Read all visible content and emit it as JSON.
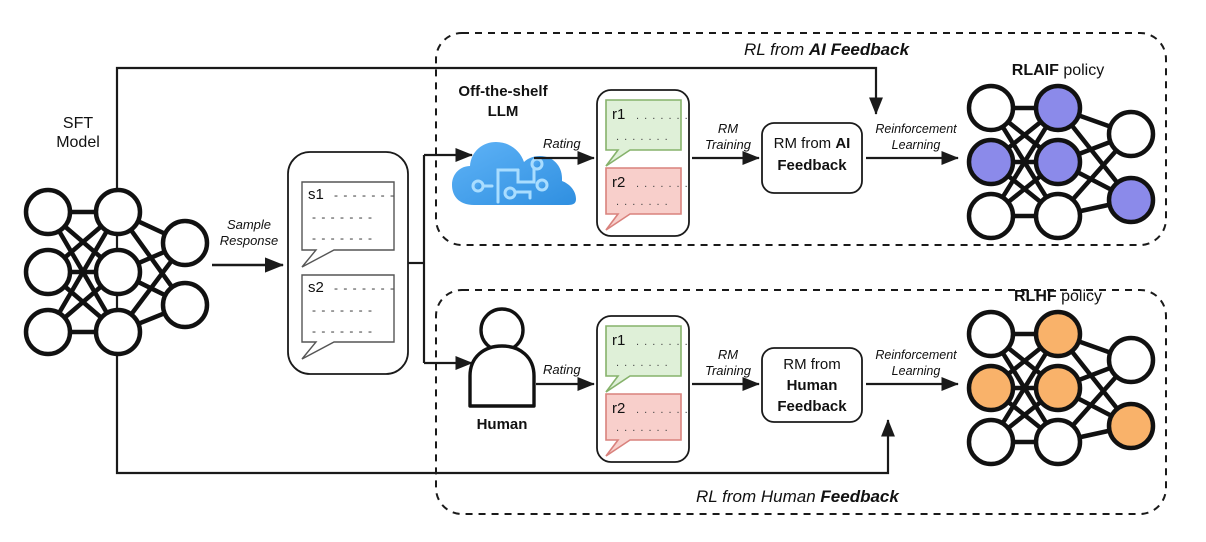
{
  "diagram": {
    "title_top_branch": "RL from AI Feedback",
    "title_bottom_branch": "RL from Human Feedback"
  },
  "labels": {
    "sft_line1": "SFT",
    "sft_line2": "Model",
    "sample_line1": "Sample",
    "sample_line2": "Response",
    "offtheshelf_line1": "Off-the-shelf",
    "offtheshelf_line2": "LLM",
    "human": "Human",
    "rating_top": "Rating",
    "rating_bottom": "Rating",
    "rm_training_top_line1": "RM",
    "rm_training_top_line2": "Training",
    "rm_training_bottom_line1": "RM",
    "rm_training_bottom_line2": "Training",
    "rl_top_line1": "Reinforcement",
    "rl_top_line2": "Learning",
    "rl_bottom_line1": "Reinforcement",
    "rl_bottom_line2": "Learning",
    "rm_ai_normal": "RM from ",
    "rm_ai_bold1": "AI",
    "rm_ai_bold2": "Feedback",
    "rm_human_normal": "RM from",
    "rm_human_bold1": "Human",
    "rm_human_bold2": "Feedback",
    "rlaif_policy_bold": "RLAIF",
    "rlaif_policy_rest": " policy",
    "rlhf_policy_bold": "RLHF",
    "rlhf_policy_rest": " policy",
    "branch_top_italic": "RL from ",
    "branch_top_bolditalic": "AI Feedback",
    "branch_bottom_italic": "RL from Human ",
    "branch_bottom_bolditalic": "Feedback"
  },
  "samples": {
    "s1": "s1",
    "s2": "s2",
    "dash": "- - - - - - -"
  },
  "responses_top": {
    "r1": "r1",
    "r2": "r2",
    "dots": ". . . . . . ."
  },
  "responses_bottom": {
    "r1": "r1",
    "r2": "r2",
    "dots": ". . . . . . ."
  },
  "colors": {
    "rlaif_node": "#8b8aea",
    "rlhf_node": "#f9b26a",
    "bubble_green_fill": "#dff0d8",
    "bubble_green_stroke": "#86b26b",
    "bubble_red_fill": "#f8cfcb",
    "bubble_red_stroke": "#d9827d",
    "cloud_blue_dark": "#2f8fe0",
    "cloud_blue_light": "#5fb3f7",
    "cloud_circuit": "#a9ddff",
    "stroke": "#1a1a1a",
    "dashed_box": "#1a1a1a"
  },
  "networks": {
    "sft": {
      "highlight": [],
      "layers": [
        3,
        3,
        2
      ]
    },
    "rlaif": {
      "highlight": [
        "L0N1",
        "L1N0",
        "L1N1",
        "L2N1"
      ],
      "layers": [
        3,
        3,
        2
      ]
    },
    "rlhf": {
      "highlight": [
        "L0N1",
        "L1N0",
        "L1N1",
        "L2N1"
      ],
      "layers": [
        3,
        3,
        2
      ]
    }
  }
}
